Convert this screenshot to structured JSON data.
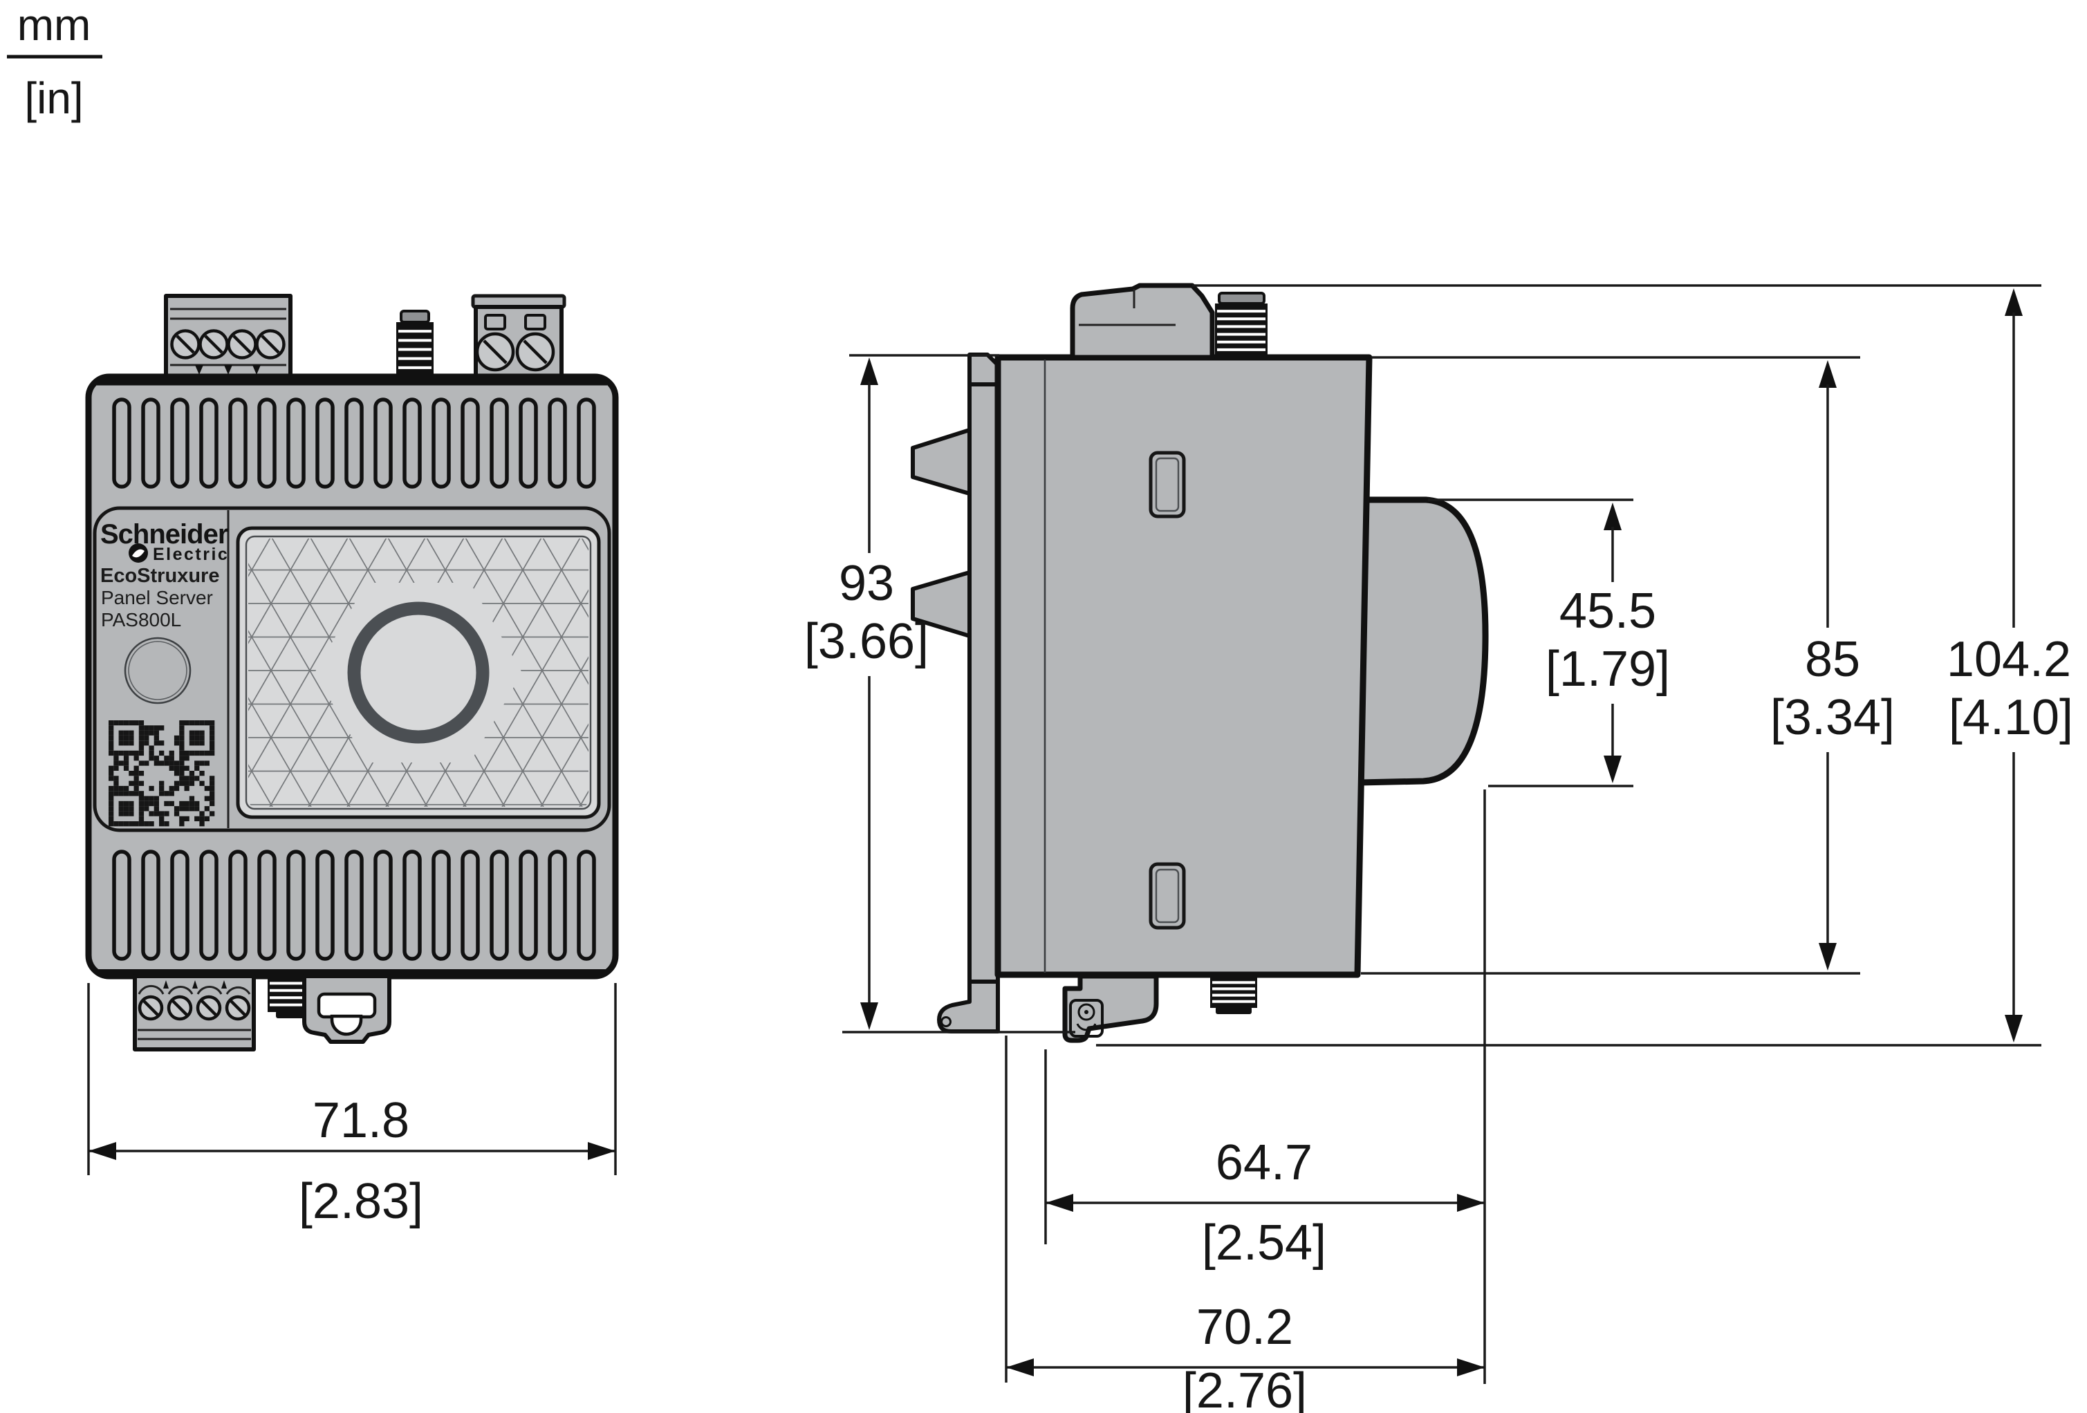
{
  "legend": {
    "top_unit": "mm",
    "bottom_unit": "[in]"
  },
  "front_view": {
    "brand": {
      "name": "Schneider",
      "sub": "Electric"
    },
    "product": {
      "line1": "EcoStruxure",
      "line2": "Panel Server",
      "line3": "PAS800L"
    },
    "width": {
      "mm": "71.8",
      "in": "[2.83]"
    }
  },
  "side_view": {
    "height_din": {
      "mm": "93",
      "in": "[3.66]"
    },
    "bump_height": {
      "mm": "45.5",
      "in": "[1.79]"
    },
    "height_body": {
      "mm": "85",
      "in": "[3.34]"
    },
    "height_total": {
      "mm": "104.2",
      "in": "[4.10]"
    },
    "depth_body": {
      "mm": "64.7",
      "in": "[2.54]"
    },
    "depth_total": {
      "mm": "70.2",
      "in": "[2.76]"
    }
  },
  "colors": {
    "device_gray": "#b5b7b9",
    "cover_gray": "#d8d9da",
    "ring_gray": "#4b4f53",
    "pattern_gray": "#74777a",
    "line_black": "#111111"
  }
}
